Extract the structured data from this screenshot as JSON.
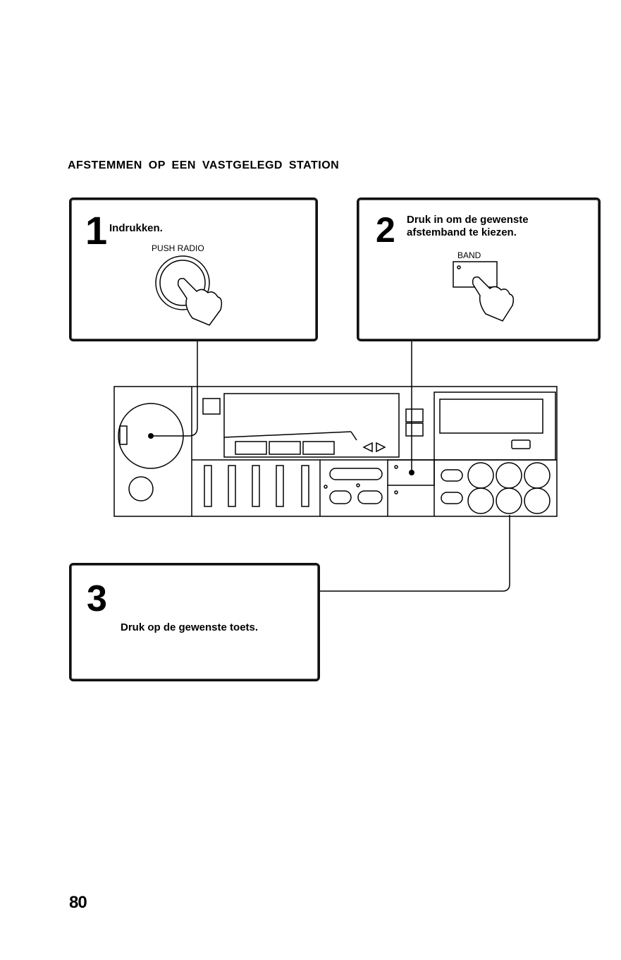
{
  "page": {
    "title": "AFSTEMMEN OP EEN VASTGELEGD STATION",
    "page_number": "80"
  },
  "steps": [
    {
      "number": "1",
      "text": "Indrukken.",
      "button_label": "PUSH RADIO"
    },
    {
      "number": "2",
      "text": "Druk in om de gewenste afstemband te kiezen.",
      "button_label": "BAND"
    },
    {
      "number": "3",
      "text": "Druk op de gewenste toets."
    }
  ],
  "device": {
    "name": "car-radio-cassette-unit",
    "icons": [
      "volume-knob-icon",
      "pointing-hand-icon",
      "preset-button-icon",
      "eject-arrows-icon"
    ]
  }
}
